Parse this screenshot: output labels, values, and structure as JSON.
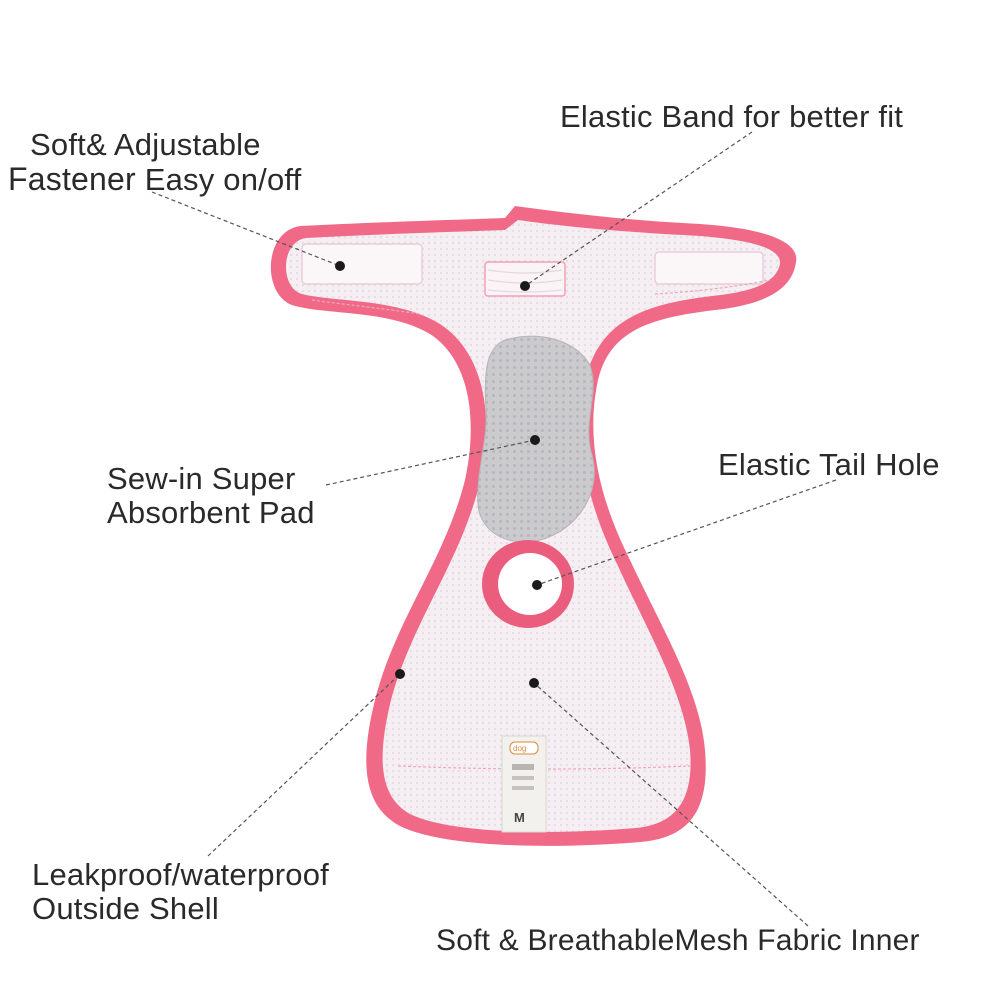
{
  "callouts": {
    "fastener": {
      "line1": "Soft& Adjustable",
      "line2a": "Fastener",
      "line2b": "Easy on/off"
    },
    "elastic_band": {
      "text": "Elastic Band for better fit"
    },
    "pad": {
      "line1": "Sew-in Super",
      "line2": "Absorbent Pad"
    },
    "tail_hole": {
      "text_a": "Elastic",
      "text_b": "Tail Hole"
    },
    "shell": {
      "line1": "Leakproof/waterproof",
      "line2": "Outside Shell"
    },
    "mesh": {
      "text": "Soft & BreathableMesh Fabric Inner"
    }
  },
  "product_tag": {
    "size": "M"
  },
  "colors": {
    "trim": "#f06a87",
    "trim_dark": "#e04d70",
    "mesh": "#f4edf1",
    "pad": "#c9c9cc",
    "leader": "#555555",
    "background": "#ffffff"
  }
}
